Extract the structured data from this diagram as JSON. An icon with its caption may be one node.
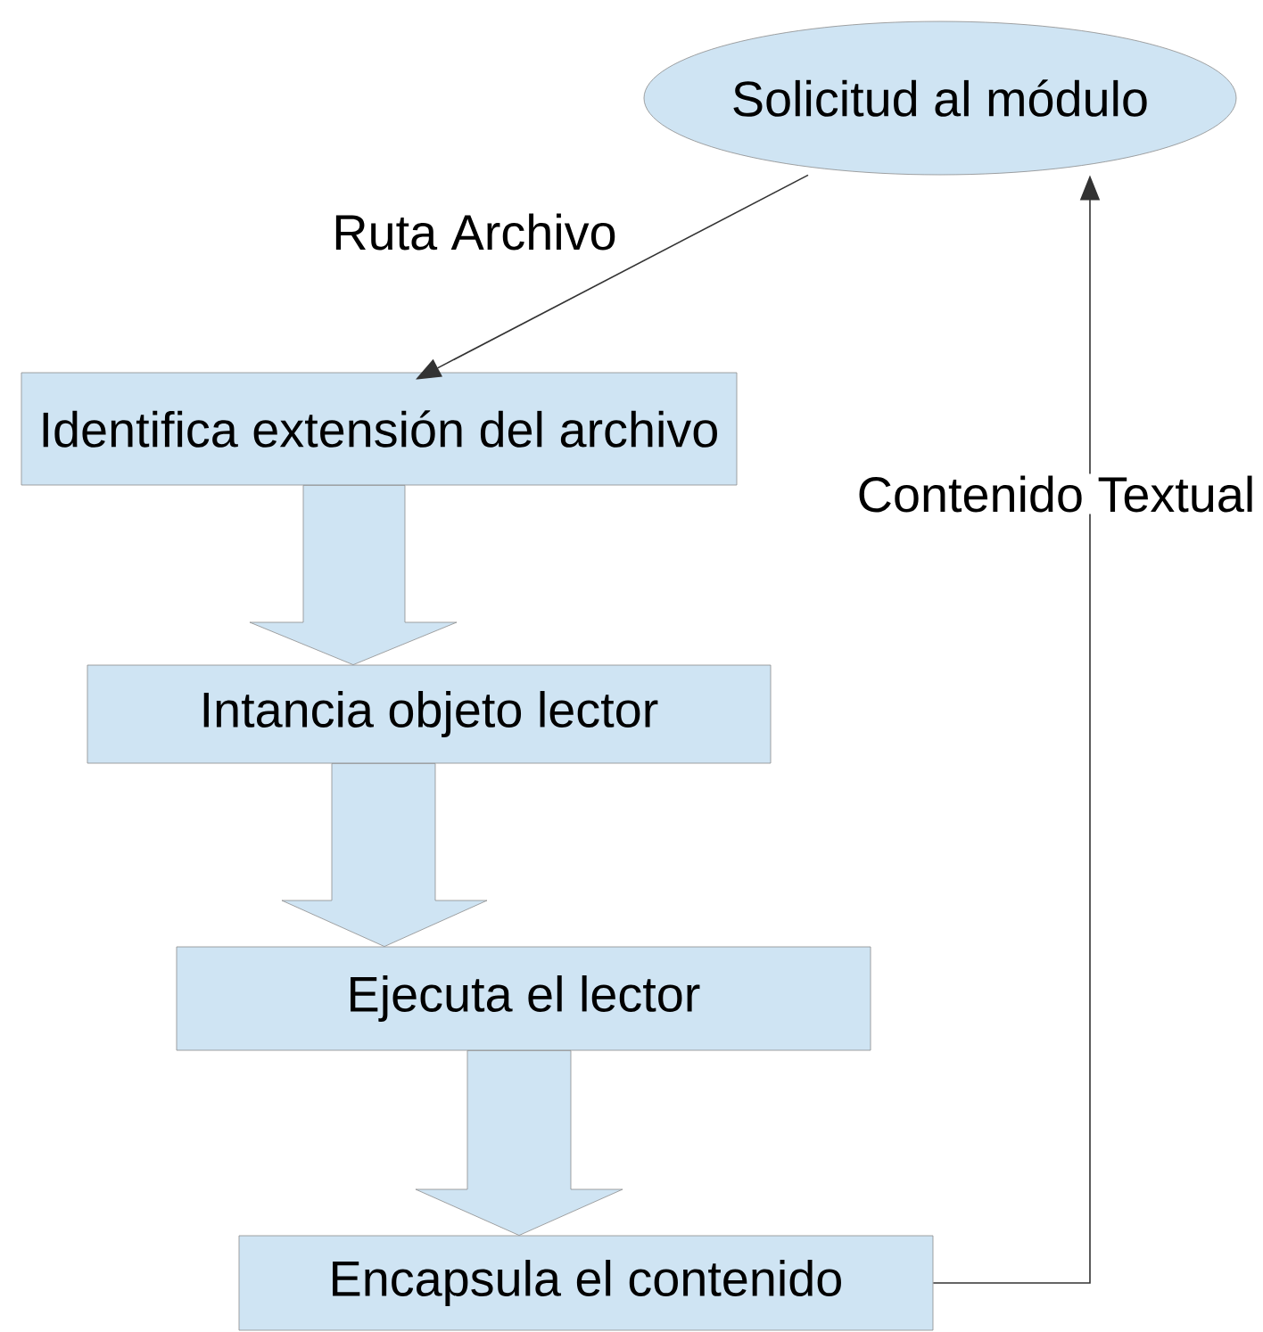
{
  "diagram": {
    "nodes": [
      {
        "text": [
          "Solicitud al módulo"
        ]
      },
      {
        "text": [
          "Identifica extensión del archivo"
        ]
      },
      {
        "text": [
          "Intancia objeto lector"
        ]
      },
      {
        "text": [
          "Ejecuta el lector"
        ]
      },
      {
        "text": [
          "Encapsula el contenido"
        ]
      }
    ],
    "edges": [
      {
        "from": 0,
        "to": 1,
        "arrow": "to",
        "label": "Ruta Archivo"
      },
      {
        "from": 1,
        "to": 2,
        "arrow": "to",
        "style": "thick"
      },
      {
        "from": 2,
        "to": 3,
        "arrow": "to",
        "style": "thick"
      },
      {
        "from": 3,
        "to": 4,
        "arrow": "to",
        "style": "thick"
      },
      {
        "from": 4,
        "to": 0,
        "arrow": "to",
        "label": "Contenido Textual"
      }
    ]
  }
}
